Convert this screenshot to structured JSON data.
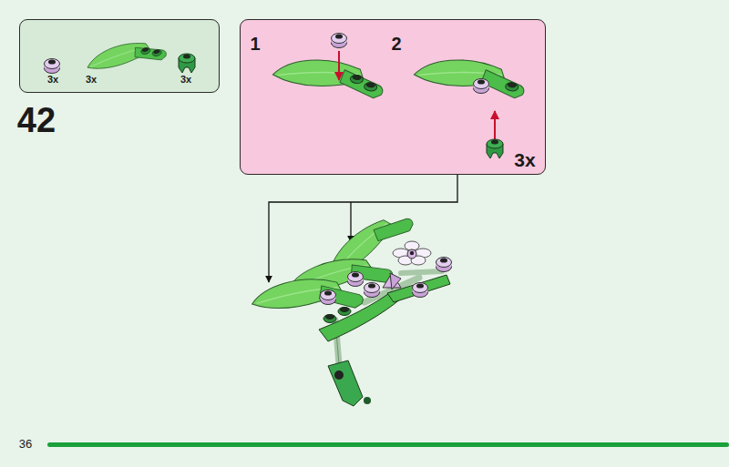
{
  "diagram": {
    "nodes": [
      {
        "text": [
          "3x",
          "3x",
          "3x"
        ]
      },
      {
        "text": [
          "1",
          "2",
          "3x"
        ]
      }
    ],
    "labels": [
      "42",
      "36"
    ]
  }
}
